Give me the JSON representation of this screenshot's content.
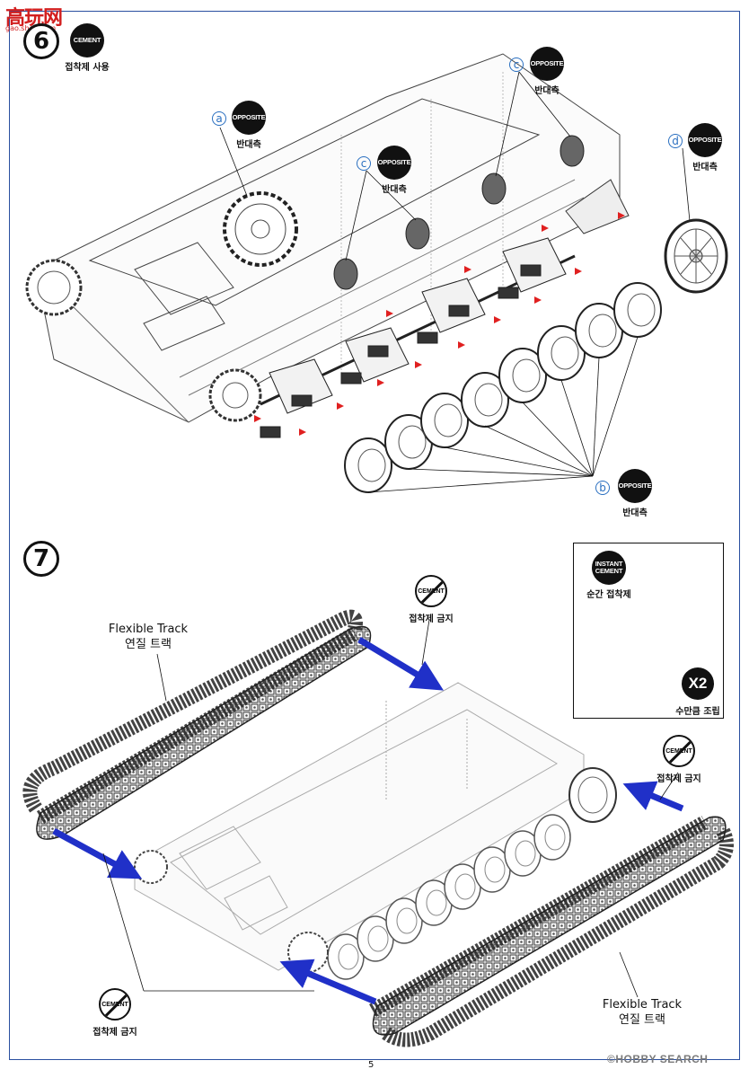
{
  "watermark": {
    "logo": "高玩网",
    "url": "gao.shou.com",
    "bottom": "©HOBBY SEARCH"
  },
  "page_number": "5",
  "step6": {
    "number": "6",
    "cement": {
      "badge": "CEMENT",
      "caption": "접착제 사용"
    },
    "callouts": [
      {
        "letter": "a",
        "badge": "OPPOSITE",
        "caption": "반대측"
      },
      {
        "letter": "c",
        "badge": "OPPOSITE",
        "caption": "반대측"
      },
      {
        "letter": "c",
        "badge": "OPPOSITE",
        "caption": "반대측"
      },
      {
        "letter": "d",
        "badge": "OPPOSITE",
        "caption": "반대측"
      },
      {
        "letter": "b",
        "badge": "OPPOSITE",
        "caption": "반대측"
      }
    ]
  },
  "step7": {
    "number": "7",
    "no_cement": {
      "badge": "CEMENT",
      "caption": "접착제 금지"
    },
    "track_left": {
      "line1": "Flexible Track",
      "line2": "연질 트랙"
    },
    "track_right": {
      "line1": "Flexible Track",
      "line2": "연질 트랙"
    },
    "detail": {
      "instant_badge_line1": "INSTANT",
      "instant_badge_line2": "CEMENT",
      "instant_caption": "순간 접착제",
      "multiplier": "X2",
      "multiplier_caption": "수만큼 조립"
    }
  },
  "colors": {
    "arrow": "#2030c8",
    "line": "#111111",
    "frame": "#2a4fa0",
    "letter": "#2a6fc0",
    "marker": "#e02020"
  }
}
